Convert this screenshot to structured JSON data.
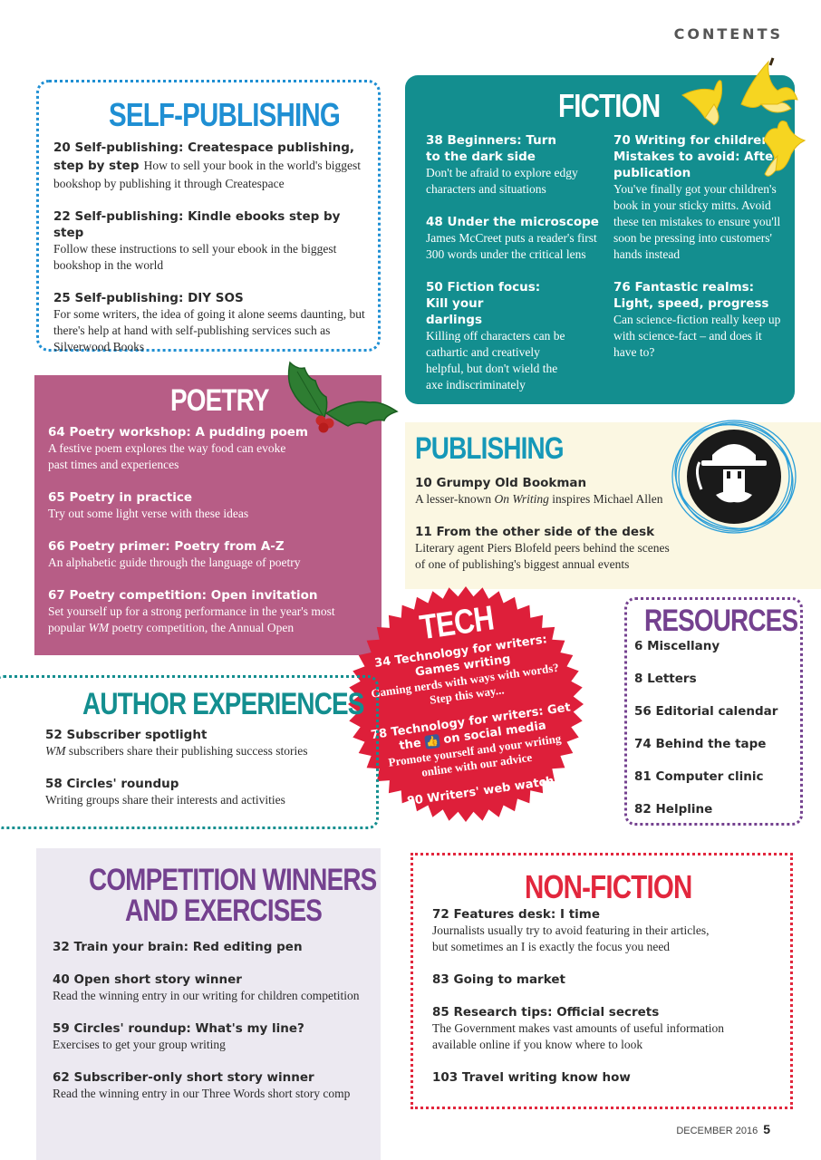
{
  "header": {
    "label": "CONTENTS"
  },
  "colors": {
    "blue": "#1f8fd3",
    "teal": "#138e8f",
    "poetry": "#b75d86",
    "tech": "#de1f3a",
    "purple": "#74418f",
    "nonfiction": "#e2273d",
    "teal_section": "#1598b8",
    "cream": "#fbf7e2",
    "lavender": "#ece9f1"
  },
  "self_publishing": {
    "heading": "SELF-PUBLISHING",
    "items": [
      {
        "title": "20 Self-publishing: Createspace publishing, step by step",
        "desc": "How to sell your book in the world's biggest bookshop by publishing it through Createspace"
      },
      {
        "title": "22 Self-publishing: Kindle ebooks step by step",
        "desc": "Follow these instructions to sell your ebook in the biggest bookshop in the world"
      },
      {
        "title": "25 Self-publishing: DIY SOS",
        "desc": "For some writers, the idea of going it alone seems daunting, but there's help at hand with self-publishing services such as Silverwood Books"
      }
    ]
  },
  "fiction": {
    "heading": "FICTION",
    "items": [
      {
        "title": "38 Beginners: Turn to the dark side",
        "desc": "Don't be afraid to explore edgy characters and situations"
      },
      {
        "title": "48 Under the microscope",
        "desc": "James McCreet puts a reader's first 300 words under the critical lens"
      },
      {
        "title": "50 Fiction focus: Kill your darlings",
        "desc": "Killing off characters can be cathartic and creatively helpful, but don't wield the axe indiscriminately"
      },
      {
        "title": "70 Writing for children: Mistakes to avoid: After publication",
        "desc": "You've finally got your children's book in your sticky mitts. Avoid these ten mistakes to ensure you'll soon be pressing into customers' hands instead"
      },
      {
        "title": "76 Fantastic realms: Light, speed, progress",
        "desc": "Can science-fiction really keep up with science-fact – and does it have to?"
      }
    ]
  },
  "poetry": {
    "heading": "POETRY",
    "items": [
      {
        "title": "64 Poetry workshop: A pudding poem",
        "desc": "A festive poem explores the way food can evoke past times and experiences"
      },
      {
        "title": "65 Poetry in practice",
        "desc": "Try out some light verse with these ideas"
      },
      {
        "title": "66 Poetry primer: Poetry from A-Z",
        "desc": "An alphabetic guide through the language of poetry"
      },
      {
        "title": "67 Poetry competition: Open invitation",
        "desc_pre": "Set yourself up for a strong performance in the year's most popular ",
        "desc_em": "WM",
        "desc_post": " poetry competition, the Annual Open"
      }
    ]
  },
  "publishing": {
    "heading": "PUBLISHING",
    "items": [
      {
        "title": "10 Grumpy Old Bookman",
        "desc_pre": "A lesser-known ",
        "desc_em": "On Writing",
        "desc_post": " inspires Michael Allen"
      },
      {
        "title": "11 From the other side of the desk",
        "desc": "Literary agent Piers Blofeld peers behind the scenes of one of publishing's biggest annual events"
      }
    ]
  },
  "tech": {
    "heading": "TECH",
    "items": [
      {
        "title": "34 Technology for writers: Games writing",
        "desc": "Gaming nerds with ways with words? Step this way..."
      },
      {
        "title_pre": "78 Technology for writers: Get the",
        "title_post": "on social media",
        "desc": "Promote yourself and your writing online with our advice"
      },
      {
        "title": "80 Writers' web watch"
      }
    ]
  },
  "resources": {
    "heading": "RESOURCES",
    "items": [
      "6 Miscellany",
      "8 Letters",
      "56 Editorial calendar",
      "74 Behind the tape",
      "81 Computer clinic",
      "82 Helpline"
    ]
  },
  "author_experiences": {
    "heading": "AUTHOR EXPERIENCES",
    "items": [
      {
        "title": "52 Subscriber spotlight",
        "desc_em": "WM",
        "desc_post": " subscribers share their publishing success stories"
      },
      {
        "title": "58 Circles' roundup",
        "desc": "Writing groups share their interests and activities"
      }
    ]
  },
  "competition": {
    "heading_line1": "COMPETITION WINNERS",
    "heading_line2": "AND EXERCISES",
    "items": [
      {
        "title": "32 Train your brain: Red editing pen"
      },
      {
        "title": "40 Open short story winner",
        "desc": "Read the winning entry in our writing for children competition"
      },
      {
        "title": "59 Circles' roundup: What's my line?",
        "desc": "Exercises to get your group writing"
      },
      {
        "title": "62 Subscriber-only short story winner",
        "desc": "Read the winning entry in our Three Words short story comp"
      }
    ]
  },
  "nonfiction": {
    "heading": "NON-FICTION",
    "items": [
      {
        "title": "72 Features desk: I time",
        "desc": "Journalists usually try to avoid featuring in their articles, but sometimes an I is exactly the focus you need"
      },
      {
        "title": "83 Going to market"
      },
      {
        "title": "85 Research tips: Official secrets",
        "desc": "The Government makes vast amounts of useful information available online if you know where to look"
      },
      {
        "title": "103 Travel writing know how"
      }
    ]
  },
  "footer": {
    "issue": "DECEMBER 2016",
    "page": "5"
  }
}
